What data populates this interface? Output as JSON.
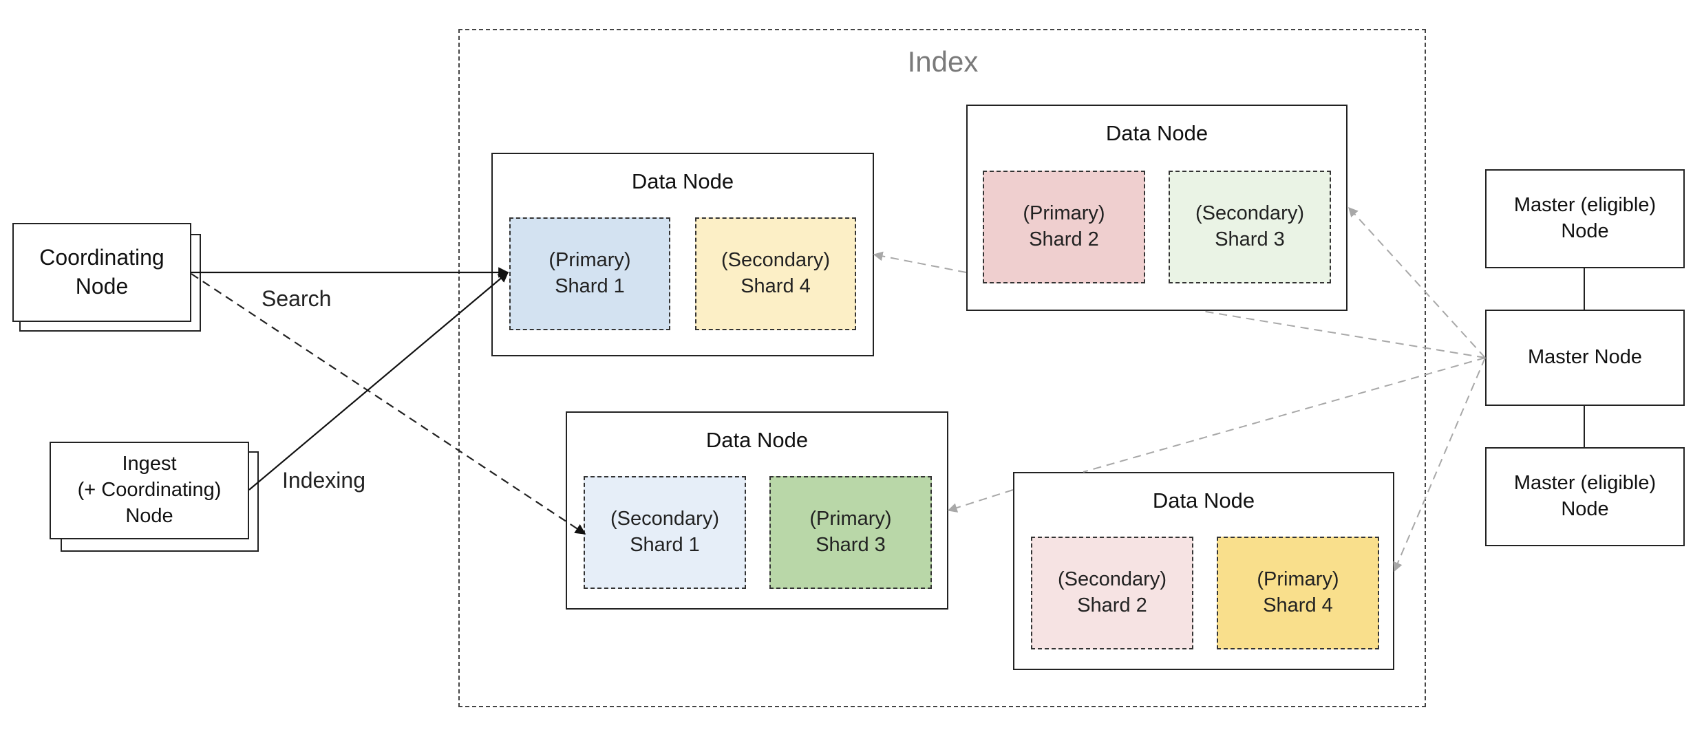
{
  "index": {
    "title": "Index"
  },
  "coordinating_node": {
    "label": "Coordinating\nNode"
  },
  "ingest_node": {
    "label": "Ingest\n(+ Coordinating)\nNode"
  },
  "edges": {
    "search_label": "Search",
    "indexing_label": "Indexing"
  },
  "data_nodes": [
    {
      "title": "Data Node",
      "shards": [
        {
          "label": "(Primary)\nShard 1",
          "color": "#d3e2f1"
        },
        {
          "label": "(Secondary)\nShard 4",
          "color": "#fcefc6"
        }
      ]
    },
    {
      "title": "Data Node",
      "shards": [
        {
          "label": "(Primary)\nShard 2",
          "color": "#efcfcf"
        },
        {
          "label": "(Secondary)\nShard 3",
          "color": "#eaf3e5"
        }
      ]
    },
    {
      "title": "Data Node",
      "shards": [
        {
          "label": "(Secondary)\nShard 1",
          "color": "#e6eef8"
        },
        {
          "label": "(Primary)\nShard 3",
          "color": "#b9d7a8"
        }
      ]
    },
    {
      "title": "Data Node",
      "shards": [
        {
          "label": "(Secondary)\nShard 2",
          "color": "#f6e3e3"
        },
        {
          "label": "(Primary)\nShard 4",
          "color": "#f9df8c"
        }
      ]
    }
  ],
  "master_nodes": {
    "top": "Master (eligible)\nNode",
    "middle": "Master Node",
    "bottom": "Master (eligible)\nNode"
  },
  "colors": {
    "solid_edge": "#111111",
    "dashed_edge": "#222222",
    "master_edge": "#a8a8a8"
  }
}
